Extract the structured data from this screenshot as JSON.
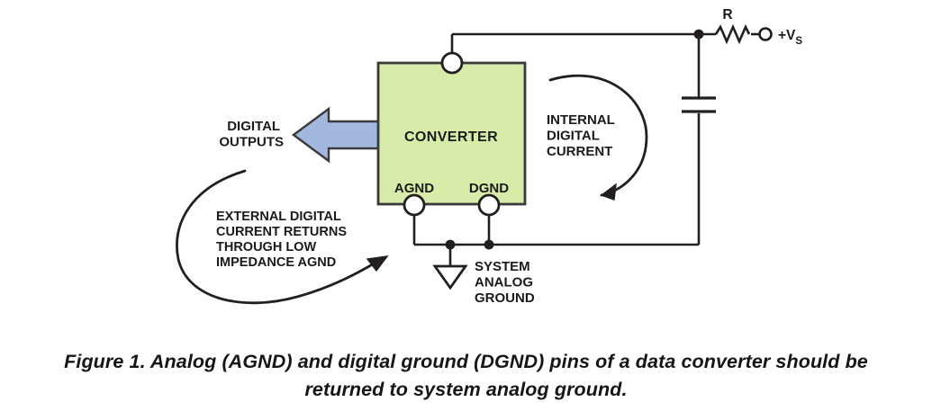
{
  "figure": {
    "caption_line1": "Figure 1. Analog (AGND) and digital ground (DGND) pins of a data converter should be",
    "caption_line2": "returned to system analog ground."
  },
  "diagram": {
    "converter_label": "CONVERTER",
    "agnd_label": "AGND",
    "dgnd_label": "DGND",
    "digital_outputs_line1": "DIGITAL",
    "digital_outputs_line2": "OUTPUTS",
    "internal_current_line1": "INTERNAL",
    "internal_current_line2": "DIGITAL",
    "internal_current_line3": "CURRENT",
    "external_current_line1": "EXTERNAL DIGITAL",
    "external_current_line2": "CURRENT RETURNS",
    "external_current_line3": "THROUGH LOW",
    "external_current_line4": "IMPEDANCE AGND",
    "system_ground_line1": "SYSTEM",
    "system_ground_line2": "ANALOG",
    "system_ground_line3": "GROUND",
    "resistor_label": "R",
    "supply_label": "+V",
    "supply_subscript": "S",
    "colors": {
      "converter_fill": "#d8eca9",
      "converter_stroke": "#3a3a3a",
      "arrow_fill": "#a3b8dd",
      "arrow_stroke": "#3a3a3a",
      "wire": "#231f20",
      "text": "#1b1b1b"
    }
  }
}
